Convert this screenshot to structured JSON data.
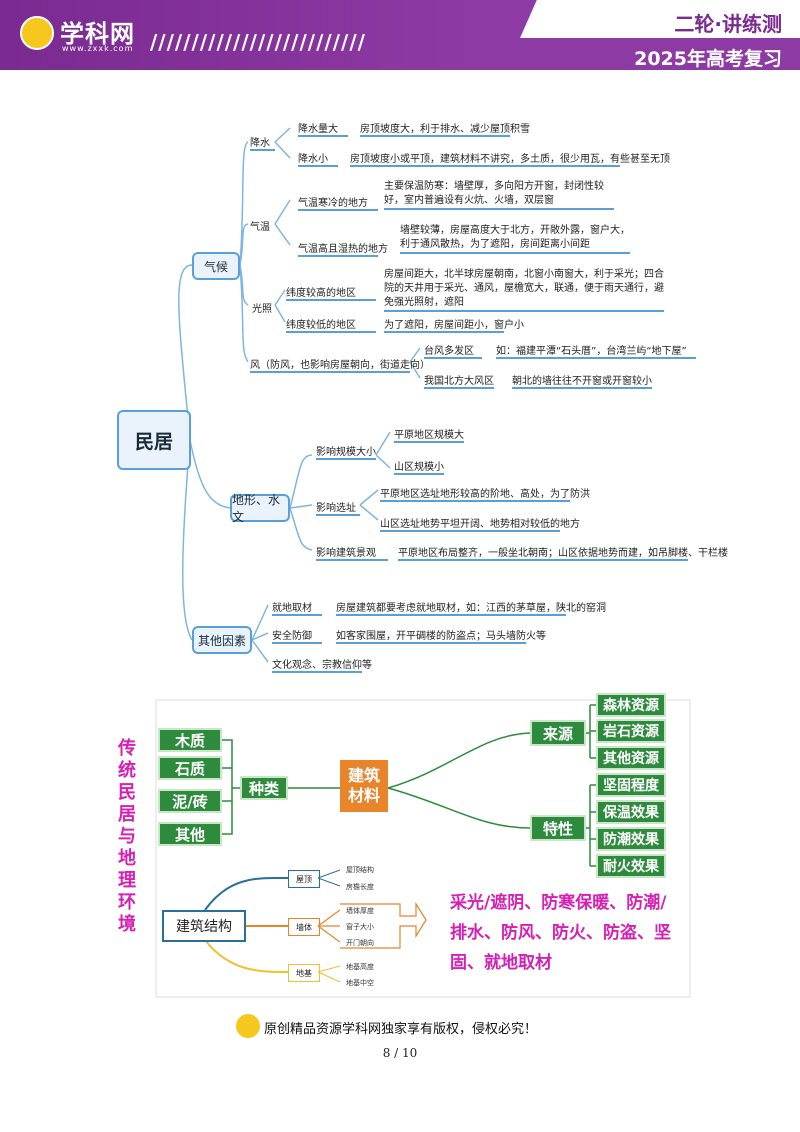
{
  "header": {
    "logo_text": "学科网",
    "logo_url": "www.zxxk.com",
    "slashes": "//////////////////////////",
    "title": "二轮·讲练测",
    "subtitle": "2025年高考复习"
  },
  "map1": {
    "root": "民居",
    "climate": {
      "label": "气候",
      "rain": {
        "label": "降水",
        "items": [
          {
            "cond": "降水量大",
            "desc": "房顶坡度大，利于排水、减少屋顶积雪"
          },
          {
            "cond": "降水小",
            "desc": "房顶坡度小或平顶，建筑材料不讲究，多土质，很少用瓦，有些甚至无顶"
          }
        ]
      },
      "temp": {
        "label": "气温",
        "items": [
          {
            "cond": "气温寒冷的地方",
            "desc": "主要保温防寒：墙壁厚，多向阳方开窗，封闭性较好，室内普遍设有火炕、火墙，双层窗"
          },
          {
            "cond": "气温高且湿热的地方",
            "desc": "墙壁较薄，房屋高度大于北方，开敞外露，窗户大，利于通风散热，为了遮阳，房间距离小间距"
          }
        ]
      },
      "light": {
        "label": "光照",
        "items": [
          {
            "cond": "纬度较高的地区",
            "desc": "房屋间距大，北半球房屋朝南，北窗小南窗大，利于采光；四合院的天井用于采光、通风，屋檐宽大，联通，便于雨天通行，避免强光照射，遮阳"
          },
          {
            "cond": "纬度较低的地区",
            "desc": "为了遮阳，房屋间距小，窗户小"
          }
        ]
      },
      "wind": {
        "label": "风（防风，也影响房屋朝向，街道走向）",
        "items": [
          {
            "cond": "台风多发区",
            "desc": "如：福建平潭“石头厝”，台湾兰屿“地下屋”"
          },
          {
            "cond": "我国北方大风区",
            "desc": "朝北的墙往往不开窗或开窗较小"
          }
        ]
      }
    },
    "terrain": {
      "label": "地形、水文",
      "scale": {
        "label": "影响规模大小",
        "items": [
          "平原地区规模大",
          "山区规模小"
        ]
      },
      "site": {
        "label": "影响选址",
        "items": [
          "平原地区选址地形较高的阶地、高处，为了防洪",
          "山区选址地势平坦开阔、地势相对较低的地方"
        ]
      },
      "layout": {
        "label": "影响建筑景观",
        "desc": "平原地区布局整齐，一般坐北朝南；山区依据地势而建，如吊脚楼、干栏楼"
      }
    },
    "other": {
      "label": "其他因素",
      "items": [
        {
          "cond": "就地取材",
          "desc": "房屋建筑都要考虑就地取材，如：江西的茅草屋，陕北的窑洞"
        },
        {
          "cond": "安全防御",
          "desc": "如客家围屋，开平碉楼的防盗点；马头墙防火等"
        },
        {
          "cond": "文化观念、宗教信仰等",
          "desc": ""
        }
      ]
    }
  },
  "map2": {
    "vertical_title": [
      "传",
      "统",
      "民",
      "居",
      "与",
      "地",
      "理",
      "环",
      "境"
    ],
    "material_center": [
      "建筑",
      "材料"
    ],
    "kinds_label": "种类",
    "kinds": [
      "木质",
      "石质",
      "泥/砖",
      "其他"
    ],
    "source_label": "来源",
    "sources": [
      "森林资源",
      "岩石资源",
      "其他资源"
    ],
    "property_label": "特性",
    "properties": [
      "坚固程度",
      "保温效果",
      "防潮效果",
      "耐火效果"
    ],
    "structure_label": "建筑结构",
    "structure": [
      {
        "label": "屋顶",
        "items": [
          "屋顶结构",
          "房檐长度"
        ]
      },
      {
        "label": "墙体",
        "items": [
          "墙体厚度",
          "窗子大小",
          "开门朝向"
        ]
      },
      {
        "label": "地基",
        "items": [
          "地基高度",
          "地基中空"
        ]
      }
    ],
    "functions": [
      "采光/遮阴、防寒保暖、防潮/",
      "排水、防风、防火、防盗、坚",
      "固、就地取材"
    ]
  },
  "footer": {
    "copyright": "原创精品资源学科网独家享有版权，侵权必究！",
    "page": "8 / 10"
  },
  "colors": {
    "purple": "#7a2a91",
    "blue_line": "#5aa0d8",
    "green": "#2e8b3e",
    "orange": "#e8842a",
    "magenta": "#d61fb4"
  }
}
